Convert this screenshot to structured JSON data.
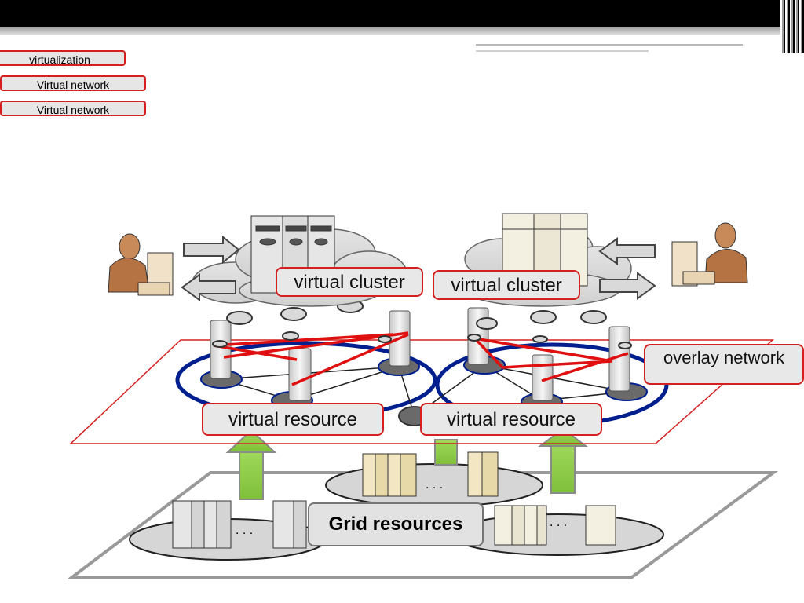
{
  "nav": {
    "items": [
      {
        "label": "virtualization"
      },
      {
        "label": "Virtual network"
      },
      {
        "label": "Virtual network"
      }
    ]
  },
  "diagram": {
    "virtual_cluster_left": "virtual cluster",
    "virtual_cluster_right": "virtual cluster",
    "virtual_resource_left": "virtual resource",
    "virtual_resource_right": "virtual resource",
    "overlay_network": "overlay network",
    "grid_resources": "Grid resources",
    "ellipsis": ". . ."
  },
  "colors": {
    "accent_red": "#d42020",
    "ring_blue": "#001f8f",
    "arrow_green": "#8fce4a",
    "cloud_gray": "#d9d9d9"
  }
}
